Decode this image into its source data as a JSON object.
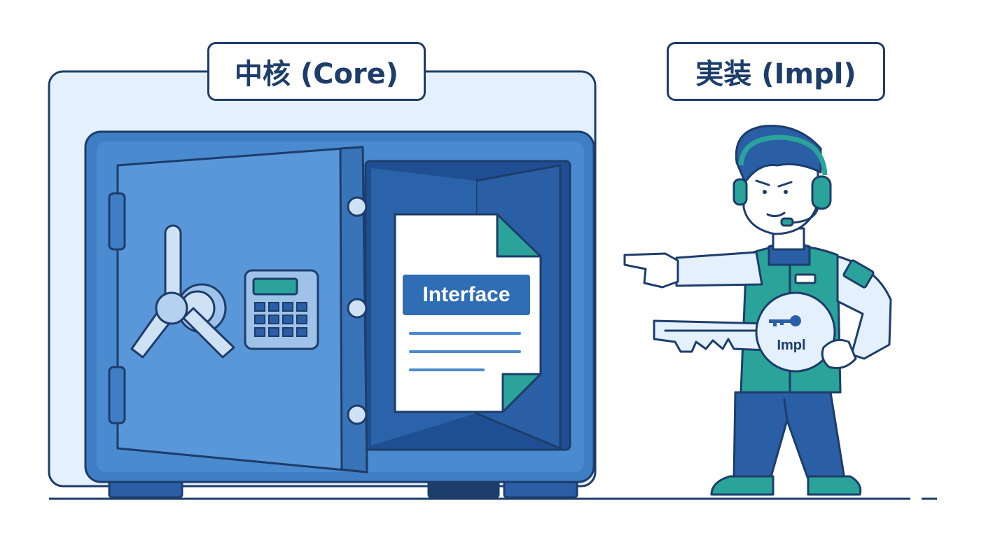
{
  "labels": {
    "core": "中核 (Core)",
    "impl": "実装 (Impl)"
  },
  "document": {
    "badge": "Interface"
  },
  "key": {
    "label": "Impl"
  },
  "colors": {
    "outline": "#1d3d6b",
    "safe_blue": "#3f7ec4",
    "safe_dark": "#2a5fa5",
    "panel_bg": "#e4f0fb",
    "accent_teal": "#2aa39a",
    "badge_blue": "#2f6db5"
  },
  "icons": [
    "safe-icon",
    "document-icon",
    "key-icon",
    "person-icon",
    "headset-icon"
  ]
}
